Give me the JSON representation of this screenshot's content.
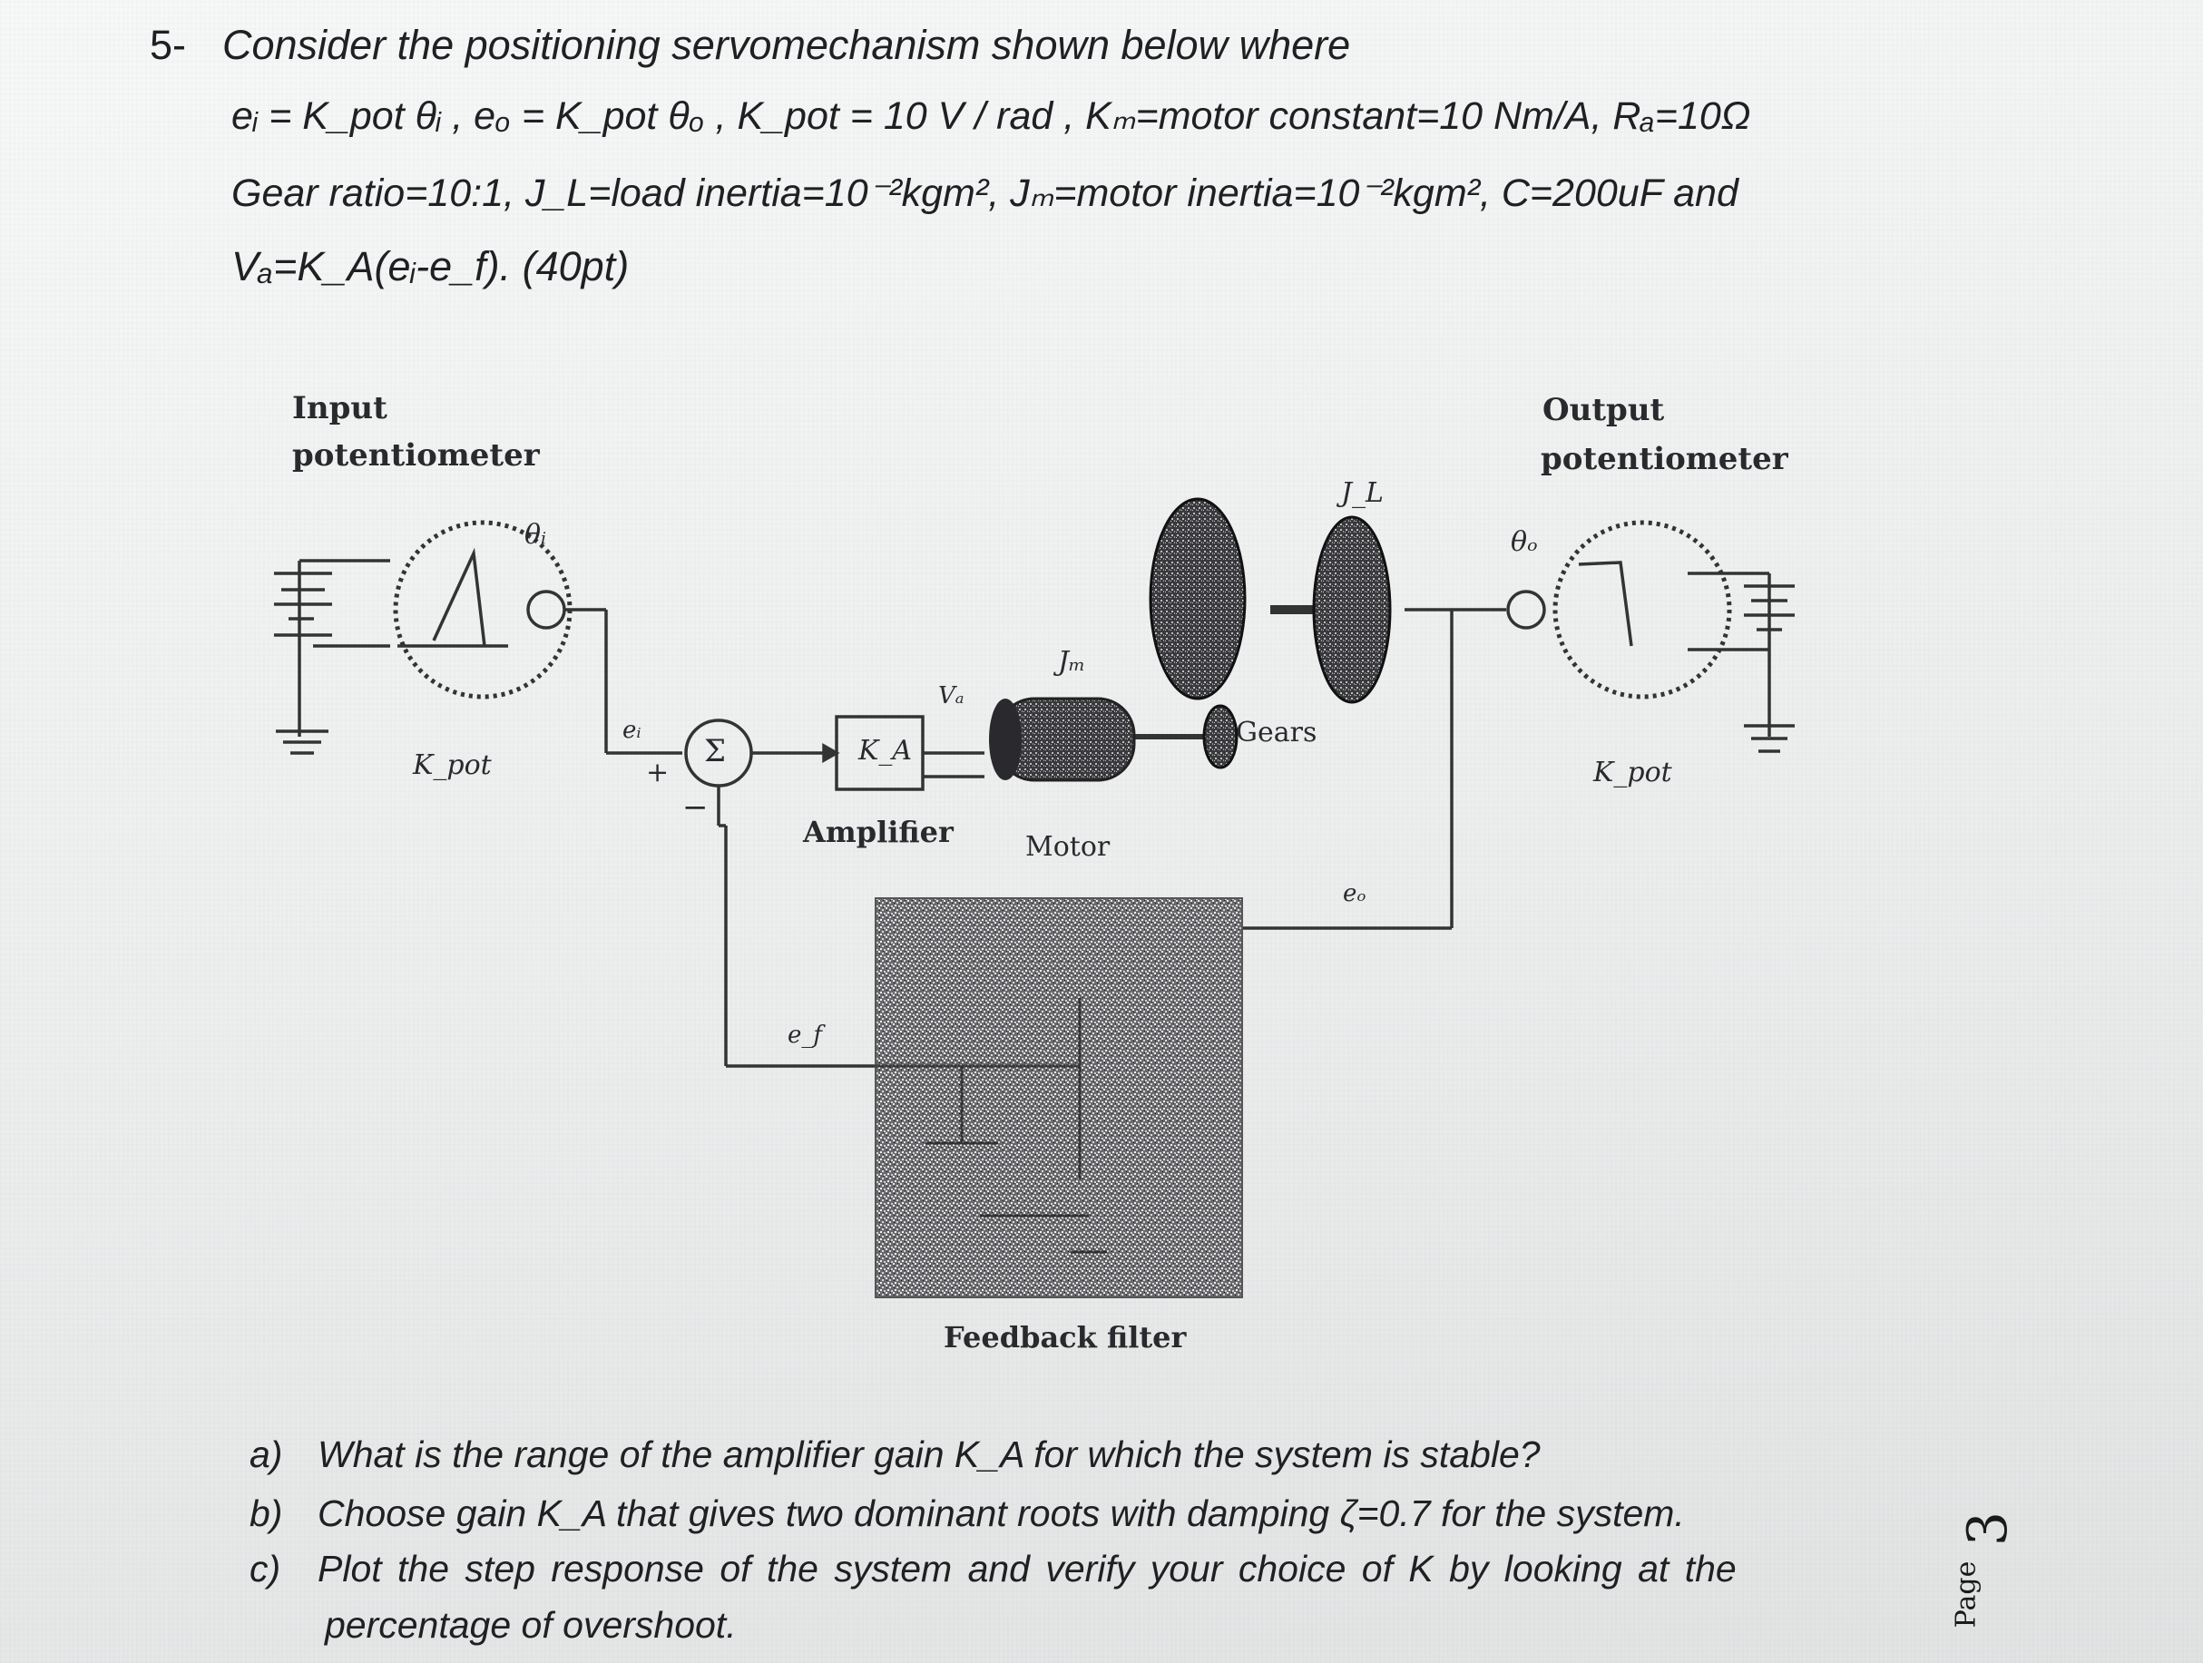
{
  "problem": {
    "number": "5-",
    "intro": "Consider the positioning servomechanism shown below where",
    "line2": "eᵢ = K_pot θᵢ , eₒ = K_pot θₒ , K_pot = 10 V / rad , Kₘ=motor constant=10 Nm/A, Rₐ=10Ω",
    "line3": "Gear ratio=10:1, J_L=load inertia=10⁻²kgm², Jₘ=motor inertia=10⁻²kgm², C=200uF  and",
    "line4": "Vₐ=K_A(eᵢ-e_f). (40pt)"
  },
  "diagram": {
    "input_label_1": "Input",
    "input_label_2": "potentiometer",
    "output_label_1": "Output",
    "output_label_2": "potentiometer",
    "theta_i": "θᵢ",
    "theta_o": "θₒ",
    "kpot_left": "K_pot",
    "kpot_right": "K_pot",
    "ei": "eᵢ",
    "eo": "eₒ",
    "ef": "e_f",
    "va": "Vₐ",
    "jm": "Jₘ",
    "jl": "J_L",
    "sigma": "Σ",
    "plus": "+",
    "minus": "−",
    "ka": "K_A",
    "amplifier": "Amplifier",
    "motor": "Motor",
    "gears": "Gears",
    "feedback_filter": "Feedback filter"
  },
  "questions": [
    {
      "label": "a)",
      "text": "What is the range of the amplifier gain K_A for which the system is stable?"
    },
    {
      "label": "b)",
      "text": "Choose gain K_A that gives two dominant roots with damping ζ=0.7 for the system."
    },
    {
      "label": "c)",
      "text": "Plot the step response of the system and verify your choice of K by looking at the"
    },
    {
      "label": "",
      "text": "percentage of overshoot."
    }
  ],
  "page": {
    "word": "Page",
    "number": "3"
  }
}
